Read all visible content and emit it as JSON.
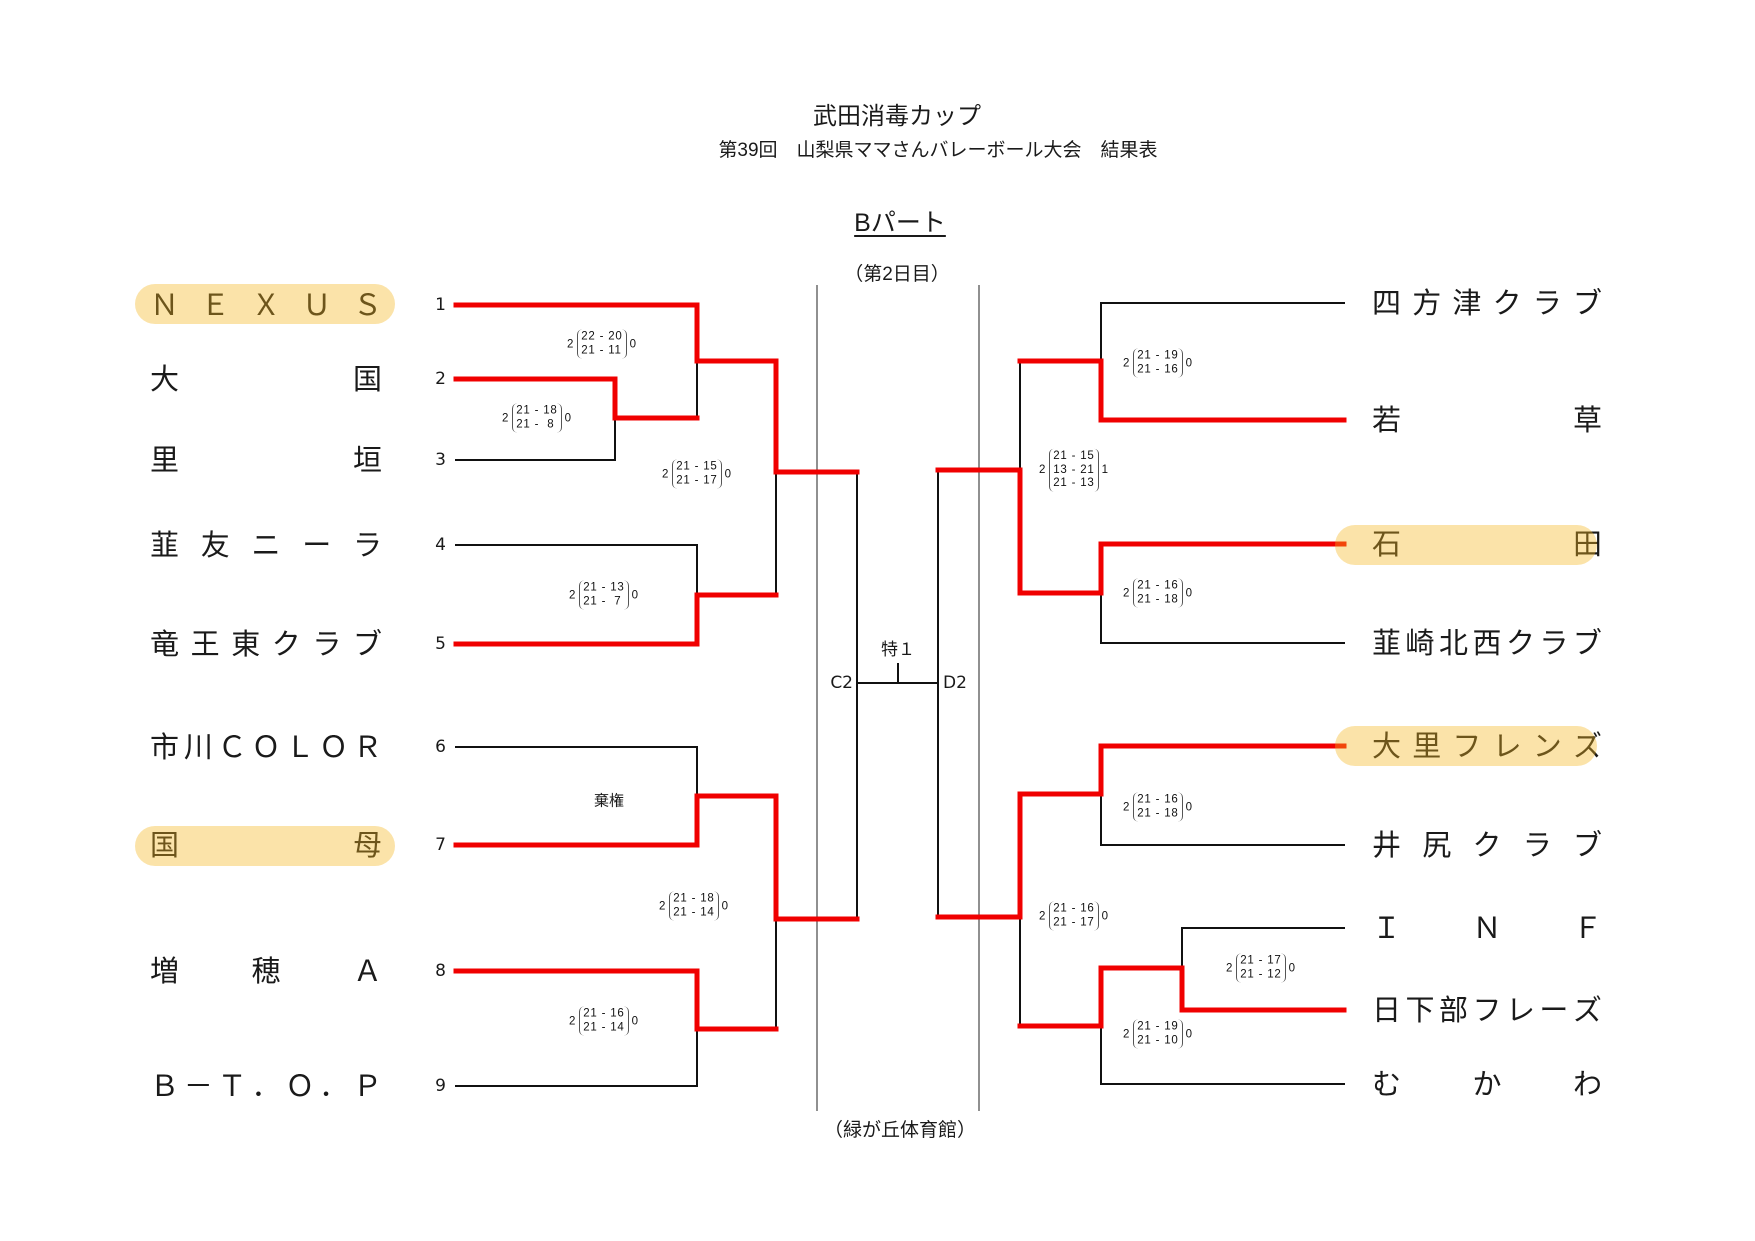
{
  "header": {
    "title": "武田消毒カップ",
    "subtitle": "第39回　山梨県ママさんバレーボール大会　結果表",
    "part": "Bパート",
    "day": "（第2日目）",
    "venue": "（緑が丘体育館）"
  },
  "final": {
    "label": "特１",
    "left_slot": "C2",
    "right_slot": "D2"
  },
  "left_teams": [
    {
      "seed": "1",
      "name": "ＮＥＸＵＳ",
      "highlight": true
    },
    {
      "seed": "2",
      "name": "大国",
      "highlight": false
    },
    {
      "seed": "3",
      "name": "里垣",
      "highlight": false
    },
    {
      "seed": "4",
      "name": "韮友ニーラ",
      "highlight": false
    },
    {
      "seed": "5",
      "name": "竜王東クラブ",
      "highlight": false
    },
    {
      "seed": "6",
      "name": "市川ＣＯＬＯＲ",
      "highlight": false
    },
    {
      "seed": "7",
      "name": "国母",
      "highlight": true
    },
    {
      "seed": "8",
      "name": "増穂Ａ",
      "highlight": false
    },
    {
      "seed": "9",
      "name": "Ｂ－Ｔ．Ｏ．Ｐ",
      "highlight": false
    }
  ],
  "right_teams": [
    {
      "name": "四方津クラブ",
      "highlight": false
    },
    {
      "name": "若草",
      "highlight": false
    },
    {
      "name": "石田",
      "highlight": true
    },
    {
      "name": "韮崎北西クラブ",
      "highlight": false
    },
    {
      "name": "大里フレンズ",
      "highlight": true
    },
    {
      "name": "井尻クラブ",
      "highlight": false
    },
    {
      "name": "ＩＮＦ",
      "highlight": false
    },
    {
      "name": "日下部フレーズ",
      "highlight": false
    },
    {
      "name": "むかわ",
      "highlight": false
    }
  ],
  "matches": {
    "L1": {
      "teams": [
        "大国",
        "里垣"
      ],
      "winner": "top",
      "won": "2",
      "lost": "0",
      "sets": [
        "21 - 18",
        "21 -  8"
      ]
    },
    "L2": {
      "teams": [
        "ＮＥＸＵＳ",
        "大国"
      ],
      "winner": "top",
      "won": "2",
      "lost": "0",
      "sets": [
        "22 - 20",
        "21 - 11"
      ]
    },
    "L3": {
      "teams": [
        "韮友ニーラ",
        "竜王東クラブ"
      ],
      "winner": "bottom",
      "won": "2",
      "lost": "0",
      "sets": [
        "21 - 13",
        "21 -  7"
      ]
    },
    "L4": {
      "teams": [
        "ＮＥＸＵＳ",
        "竜王東クラブ"
      ],
      "winner": "top",
      "won": "2",
      "lost": "0",
      "sets": [
        "21 - 15",
        "21 - 17"
      ]
    },
    "L5": {
      "teams": [
        "市川ＣＯＬＯＲ",
        "国母"
      ],
      "winner": "bottom",
      "note": "棄権"
    },
    "L6": {
      "teams": [
        "増穂Ａ",
        "Ｂ－Ｔ．Ｏ．Ｐ"
      ],
      "winner": "top",
      "won": "2",
      "lost": "0",
      "sets": [
        "21 - 16",
        "21 - 14"
      ]
    },
    "L7": {
      "teams": [
        "国母",
        "増穂Ａ"
      ],
      "winner": "top",
      "won": "2",
      "lost": "0",
      "sets": [
        "21 - 18",
        "21 - 14"
      ]
    },
    "R1": {
      "teams": [
        "四方津クラブ",
        "若草"
      ],
      "winner": "bottom",
      "won": "2",
      "lost": "0",
      "sets": [
        "21 - 19",
        "21 - 16"
      ]
    },
    "R2": {
      "teams": [
        "石田",
        "韮崎北西クラブ"
      ],
      "winner": "top",
      "won": "2",
      "lost": "0",
      "sets": [
        "21 - 16",
        "21 - 18"
      ]
    },
    "R3": {
      "teams": [
        "若草",
        "石田"
      ],
      "winner": "bottom",
      "won": "2",
      "lost": "1",
      "sets": [
        "21 - 15",
        "13 - 21",
        "21 - 13"
      ]
    },
    "R4": {
      "teams": [
        "大里フレンズ",
        "井尻クラブ"
      ],
      "winner": "top",
      "won": "2",
      "lost": "0",
      "sets": [
        "21 - 16",
        "21 - 18"
      ]
    },
    "R5": {
      "teams": [
        "ＩＮＦ",
        "日下部フレーズ"
      ],
      "winner": "bottom",
      "won": "2",
      "lost": "0",
      "sets": [
        "21 - 17",
        "21 - 12"
      ]
    },
    "R6": {
      "teams": [
        "日下部フレーズ",
        "むかわ"
      ],
      "winner": "top",
      "won": "2",
      "lost": "0",
      "sets": [
        "21 - 19",
        "21 - 10"
      ]
    },
    "R7": {
      "teams": [
        "大里フレンズ",
        "日下部フレーズ"
      ],
      "winner": "top",
      "won": "2",
      "lost": "0",
      "sets": [
        "21 - 16",
        "21 - 17"
      ]
    },
    "final": {
      "teams": [
        "C2",
        "D2"
      ],
      "winner": null
    }
  },
  "colors": {
    "win_line": "#F00000",
    "line": "#111111",
    "highlight": "#F5B51E"
  }
}
